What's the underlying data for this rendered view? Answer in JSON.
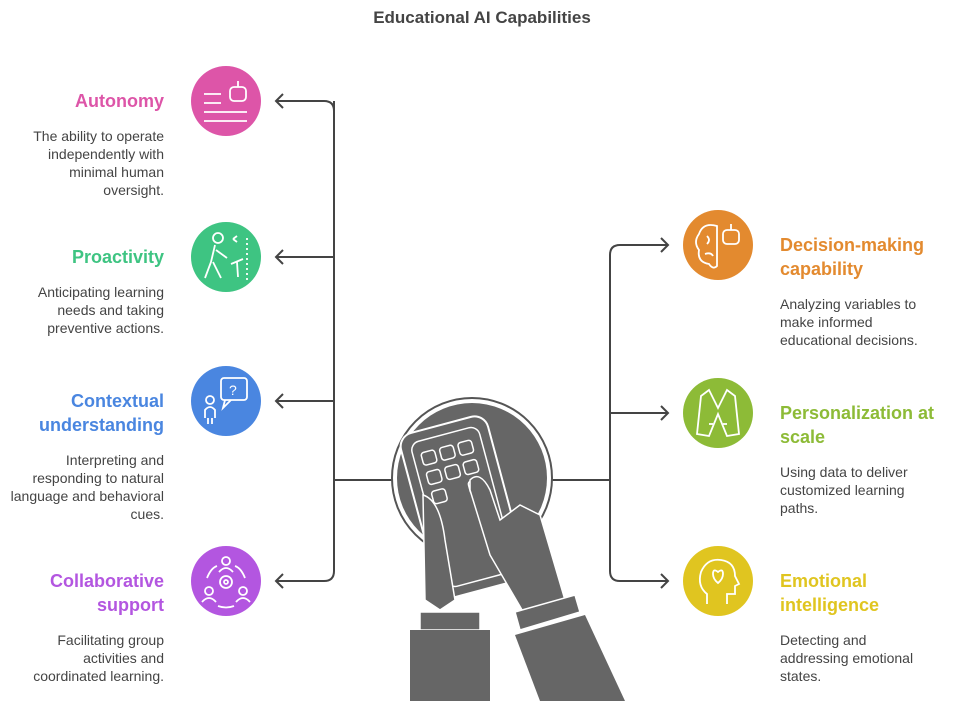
{
  "title": "Educational AI Capabilities",
  "left_items": [
    {
      "title": "Autonomy",
      "description": "The ability to operate independently with minimal human oversight.",
      "color": "#DD55A8",
      "icon": "robot-document-icon"
    },
    {
      "title": "Proactivity",
      "description": "Anticipating learning needs and taking preventive actions.",
      "color": "#3EC482",
      "icon": "hiker-icon"
    },
    {
      "title": "Contextual understanding",
      "description": "Interpreting and responding to natural language and behavioral cues.",
      "color": "#4A86E0",
      "icon": "person-question-icon"
    },
    {
      "title": "Collaborative support",
      "description": "Facilitating group activities and coordinated learning.",
      "color": "#B356E0",
      "icon": "team-gear-icon"
    }
  ],
  "right_items": [
    {
      "title": "Decision-making capability",
      "description": "Analyzing variables to make informed educational decisions.",
      "color": "#E38A2F",
      "icon": "brain-robot-icon"
    },
    {
      "title": "Personalization at scale",
      "description": "Using data to deliver customized learning paths.",
      "color": "#8DBB37",
      "icon": "jacket-icon"
    },
    {
      "title": "Emotional intelligence",
      "description": "Detecting and addressing emotional states.",
      "color": "#E0C520",
      "icon": "head-heart-icon"
    }
  ],
  "line_color": "#444444",
  "hub_color": "#666666"
}
